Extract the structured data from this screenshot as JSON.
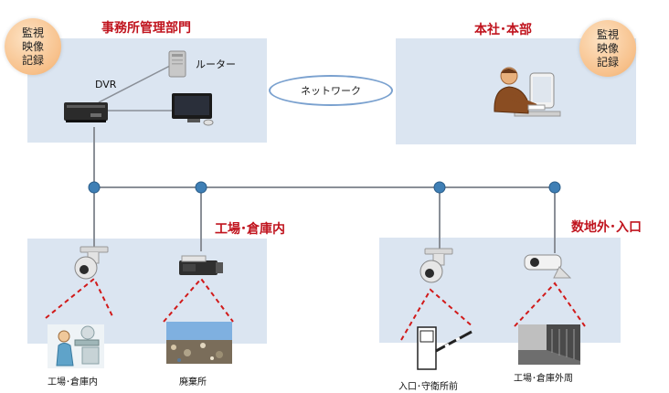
{
  "office": {
    "title": "事務所管理部門",
    "badge_lines": [
      "監視",
      "映像",
      "記録"
    ],
    "dvr_label": "DVR",
    "router_label": "ルーター"
  },
  "hq": {
    "title": "本社･本部",
    "badge_lines": [
      "監視",
      "映像",
      "記録"
    ]
  },
  "network": {
    "label": "ネットワーク"
  },
  "factory": {
    "title": "工場･倉庫内",
    "locations": [
      "工場･倉庫内",
      "廃棄所"
    ]
  },
  "outside": {
    "title": "数地外･入口",
    "locations": [
      "入口･守衛所前",
      "工場･倉庫外周"
    ]
  },
  "colors": {
    "panel": "#dbe5f1",
    "title": "#c0141e",
    "line": "#8a8f97",
    "node": "#3f7fb5",
    "dashed": "#d11a1a"
  }
}
